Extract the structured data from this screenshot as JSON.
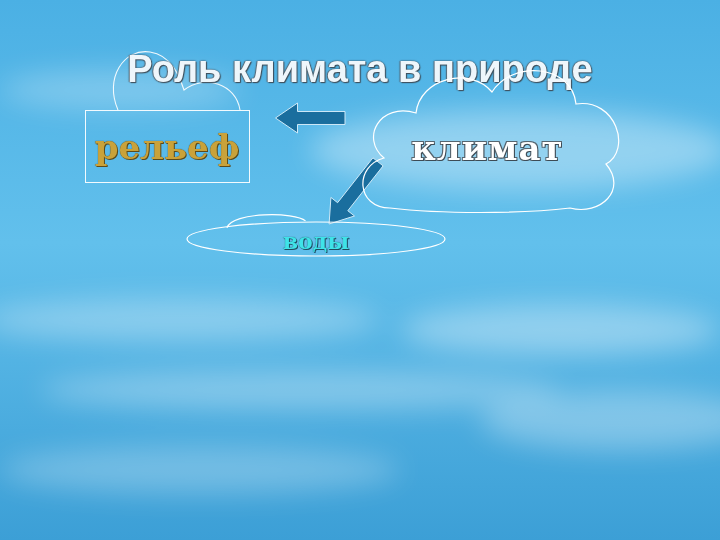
{
  "diagram": {
    "title": "Роль климата в природе",
    "nodes": [
      {
        "text": [
          "рельеф"
        ]
      },
      {
        "text": [
          "климат"
        ]
      },
      {
        "text": [
          "воды"
        ]
      }
    ],
    "edges": [
      {
        "from": 1,
        "to": 0,
        "arrow": "to"
      },
      {
        "from": 1,
        "to": 2,
        "arrow": "to"
      }
    ]
  }
}
